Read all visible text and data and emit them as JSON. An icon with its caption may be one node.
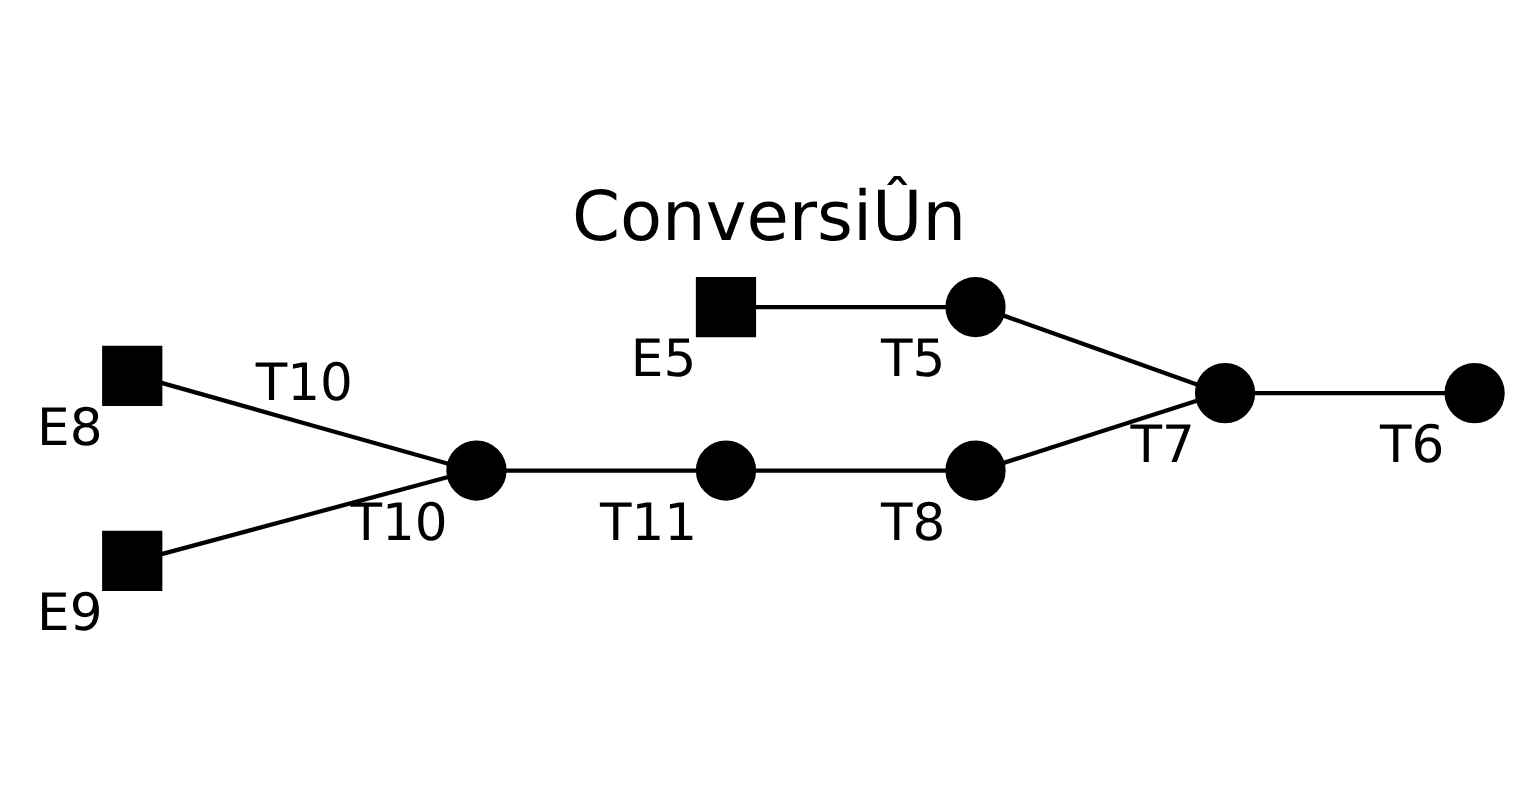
{
  "diagram": {
    "title": "ConversiÛn",
    "nodes": [
      {
        "text": [],
        "shape": "box",
        "beside": [
          "E5"
        ]
      },
      {
        "text": [],
        "shape": "circle",
        "beside": [
          "T5"
        ]
      },
      {
        "text": [],
        "shape": "box",
        "beside": [
          "E8"
        ]
      },
      {
        "text": [],
        "shape": "circle",
        "beside": [
          "T10"
        ]
      },
      {
        "text": [],
        "shape": "circle",
        "beside": [
          "T11"
        ]
      },
      {
        "text": [],
        "shape": "circle",
        "beside": [
          "T8"
        ]
      },
      {
        "text": [],
        "shape": "circle",
        "beside": [
          "T7"
        ]
      },
      {
        "text": [],
        "shape": "circle",
        "beside": [
          "T6"
        ]
      },
      {
        "text": [],
        "shape": "box",
        "beside": [
          "E9"
        ]
      }
    ],
    "edges": [
      {
        "from": 0,
        "to": 1,
        "arrow": "none"
      },
      {
        "from": 2,
        "to": 3,
        "arrow": "none",
        "label": "T10"
      },
      {
        "from": 8,
        "to": 3,
        "arrow": "none"
      },
      {
        "from": 3,
        "to": 4,
        "arrow": "none"
      },
      {
        "from": 4,
        "to": 5,
        "arrow": "none"
      },
      {
        "from": 5,
        "to": 6,
        "arrow": "none"
      },
      {
        "from": 6,
        "to": 7,
        "arrow": "none"
      },
      {
        "from": 1,
        "to": 6,
        "arrow": "none"
      }
    ]
  }
}
